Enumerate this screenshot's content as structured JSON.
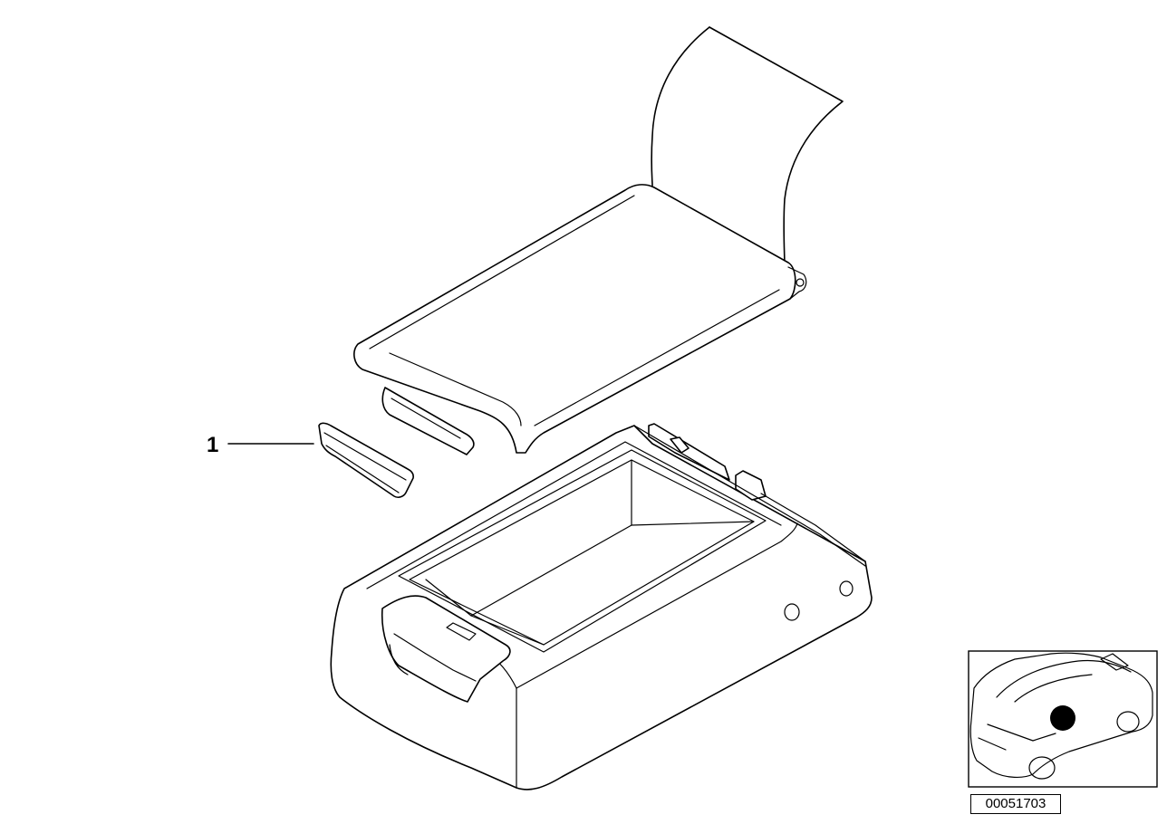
{
  "callouts": [
    {
      "label": "1",
      "part": "insert"
    }
  ],
  "reference_number": "00051703",
  "icons": {
    "locator": "car-locator-icon",
    "marker": "location-marker-icon"
  },
  "colors": {
    "line": "#000000",
    "background": "#ffffff"
  }
}
